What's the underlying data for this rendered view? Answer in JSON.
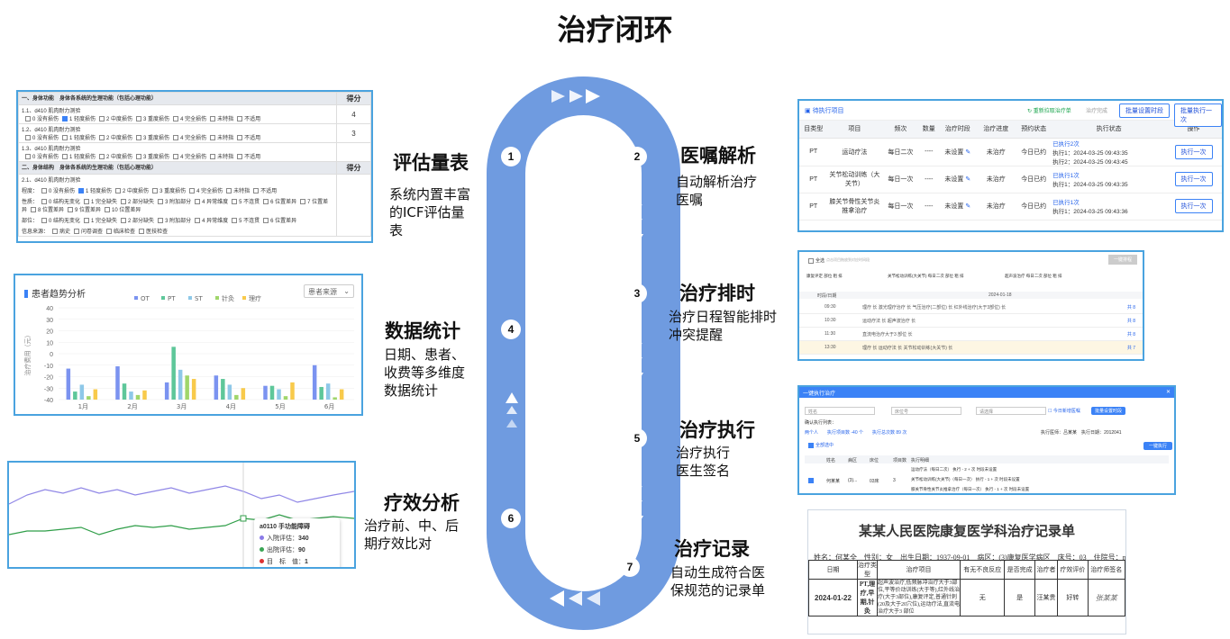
{
  "page": {
    "title": "治疗闭环"
  },
  "colors": {
    "loop": "#6f9be0",
    "arrow": "#ffffff",
    "panel_border": "#4aa3df",
    "accent": "#3b82f6"
  },
  "loop_numbers": [
    "1",
    "2",
    "3",
    "4",
    "5",
    "6",
    "7"
  ],
  "steps": {
    "assessment": {
      "title": "评估量表",
      "desc": "系统内置丰富的ICF评估量表"
    },
    "orders": {
      "title": "医嘱解析",
      "desc": "自动解析治疗医嘱"
    },
    "statistics": {
      "title": "数据统计",
      "desc": "日期、患者、收费等多维度数据统计"
    },
    "scheduling": {
      "title": "治疗排时",
      "desc": "治疗日程智能排时冲突提醒"
    },
    "execution": {
      "title": "治疗执行",
      "desc": "治疗执行医生签名"
    },
    "efficacy": {
      "title": "疗效分析",
      "desc": "治疗前、中、后期疗效比对"
    },
    "record": {
      "title": "治疗记录",
      "desc": "自动生成符合医保规范的记录单"
    }
  },
  "assessment_form": {
    "sections": [
      {
        "title": "一、身体功能",
        "subtitle": "身体各系统的生理功能（包括心理功能）",
        "score_header": "得分",
        "items": [
          {
            "name": "1.1、d410 肌肉耐力测验",
            "score": "4",
            "options": [
              "0 没有损伤",
              "1 轻度损伤",
              "2 中度损伤",
              "3 重度损伤",
              "4 完全损伤",
              "未特指",
              "不适用"
            ],
            "checked": 1
          },
          {
            "name": "1.2、d410 肌肉耐力测验",
            "score": "3",
            "options": [
              "0 没有损伤",
              "1 轻度损伤",
              "2 中度损伤",
              "3 重度损伤",
              "4 完全损伤",
              "未特指",
              "不适用"
            ],
            "checked": -1
          },
          {
            "name": "1.3、d410 肌肉耐力测验",
            "score": "",
            "options": [
              "0 没有损伤",
              "1 轻度损伤",
              "2 中度损伤",
              "3 重度损伤",
              "4 完全损伤",
              "未特指",
              "不适用"
            ],
            "checked": -1
          }
        ]
      },
      {
        "title": "二、身体结构",
        "subtitle": "身体各系统的生理功能（包括心理功能）",
        "score_header": "得分",
        "item_name": "2.1、d410 肌肉耐力测验",
        "degree_label": "程度：",
        "degree": [
          "0 没有损伤",
          "1 轻度损伤",
          "2 中度损伤",
          "3 重度损伤",
          "4 完全损伤",
          "未特指",
          "不适用"
        ],
        "nature_label": "性质：",
        "nature": [
          "0 结构无变化",
          "1 完全缺失",
          "2 部分缺失",
          "3 附加部分",
          "4 异常维度",
          "5 不连贯",
          "6 位置差异",
          "7 位置差异",
          "8 位置差异",
          "9 位置差异",
          "10 位置差异"
        ],
        "position_label": "部位：",
        "position": [
          "0 结构无变化",
          "1 完全缺失",
          "2 部分缺失",
          "3 附加部分",
          "4 异常维度",
          "5 不连贯",
          "6 位置差异"
        ],
        "source_label": "信息来源：",
        "source": [
          "病史",
          "问卷调查",
          "临床检查",
          "医技检查"
        ]
      }
    ]
  },
  "chart_data": {
    "type": "bar",
    "title": "患者趋势分析",
    "filter": "患者来源",
    "categories": [
      "1月",
      "2月",
      "3月",
      "4月",
      "5月",
      "6月"
    ],
    "ylabel": "治疗费用（元）",
    "ylim": [
      -40,
      40
    ],
    "yticks": [
      40,
      30,
      20,
      10,
      0,
      -10,
      -20,
      -30,
      -40
    ],
    "series": [
      {
        "name": "OT",
        "color": "#7b93f0",
        "values": [
          -13,
          -11,
          -25,
          -19,
          -28,
          -10
        ]
      },
      {
        "name": "PT",
        "color": "#5ec79a",
        "values": [
          -33,
          -26,
          6,
          -22,
          -28,
          -29
        ]
      },
      {
        "name": "ST",
        "color": "#8ec8e8",
        "values": [
          -27,
          -33,
          -14,
          -27,
          -31,
          -26
        ]
      },
      {
        "name": "针灸",
        "color": "#a0d66b",
        "values": [
          -37,
          -36,
          -19,
          -36,
          -37,
          -38
        ]
      },
      {
        "name": "理疗",
        "color": "#f8ca4b",
        "values": [
          -31,
          -32,
          -22,
          -30,
          -25,
          -31
        ]
      }
    ]
  },
  "efficacy_chart": {
    "tooltip": {
      "title": "a0110 手功能障碍",
      "rows": [
        {
          "label": "入院评估：",
          "value": "340",
          "color": "#8b7be8"
        },
        {
          "label": "出院评估：",
          "value": "90",
          "color": "#3aa655"
        },
        {
          "label": "目　标　值：",
          "value": "1",
          "color": "#d33"
        }
      ]
    }
  },
  "orders_panel": {
    "title": "待执行项目",
    "refresh": "重新拉取治疗单",
    "done": "治疗完成",
    "batch_time": "批量设置时段",
    "batch_exec": "批量执行一次",
    "columns": [
      "目类型",
      "项目",
      "频次",
      "数量",
      "治疗时段",
      "治疗进度",
      "预约状态",
      "执行状态",
      "操作"
    ],
    "rows": [
      {
        "type": "PT",
        "item": "运动疗法",
        "freq": "每日二次",
        "qty": "----",
        "slot": "未设置",
        "progress": "未治疗",
        "appt": "今日已约",
        "status": [
          "已执行2次",
          "执行1：2024-03-25 09:43:35",
          "执行2：2024-03-25 09:43:45"
        ],
        "action": "执行一次"
      },
      {
        "type": "PT",
        "item": "关节松动训练（大关节）",
        "freq": "每日一次",
        "qty": "----",
        "slot": "未设置",
        "progress": "未治疗",
        "appt": "今日已约",
        "status": [
          "已执行1次",
          "执行1：2024-03-25 09:43:35"
        ],
        "action": "执行一次"
      },
      {
        "type": "PT",
        "item": "膝关节骨性关节炎推拿治疗",
        "freq": "每日一次",
        "qty": "----",
        "slot": "未设置",
        "progress": "未治疗",
        "appt": "今日已约",
        "status": [
          "已执行1次",
          "执行1：2024-03-25 09:43:36"
        ],
        "action": "执行一次"
      }
    ]
  },
  "schedule_panel": {
    "select_all": "全选",
    "hint": "点击项目拖放到对应时间段",
    "sched_btn": "一键排程",
    "cards": [
      "康复评定  部位 粗 排",
      "关节松动训练(大关节)  每日二次  部位 粗 排",
      "超声波治疗  每日二次  部位 粗 排"
    ],
    "header_time": "时段/日期",
    "header_date": "2024-01-18",
    "rows": [
      {
        "time": "09:30",
        "text": "理疗 长    激光理疗治疗 长    气压治疗(二部位) 长    红外线治疗(大于3部位) 长",
        "count": "共 8"
      },
      {
        "time": "10:30",
        "text": "运动疗法 长    超声波治疗 长",
        "count": "共 8"
      },
      {
        "time": "11:30",
        "text": "直流电治疗大于3 部位 长",
        "count": "共 8"
      },
      {
        "time": "13:30",
        "text": "理疗 长    运动疗法 长    关节松动训练(大关节) 长",
        "count": "共 7"
      }
    ]
  },
  "execution_panel": {
    "title": "一键执行治疗",
    "filters": [
      "姓名",
      "床位号",
      "请选择"
    ],
    "today_only": "今日新增医嘱",
    "batch_time": "批量设置时段",
    "summary_label": "确认执行列表：",
    "summary": "两个人　　执行项目数 -40 个　　执行总次数 89 次",
    "exec_person_label": "执行医师：",
    "exec_person": "吕某某",
    "exec_date_label": "执行日期：",
    "exec_date": "2012041",
    "select_all": "全部选中",
    "exec_btn": "一键执行",
    "columns": [
      "姓名",
      "病区",
      "床位",
      "项目数",
      "执行明细"
    ],
    "patient": {
      "name": "何某某",
      "ward": "(3)...",
      "bed": "03床",
      "count": "3"
    },
    "details": [
      "运动疗法（每日二次）  执行 - 2 +  次  时段未设置",
      "关节松动训练(大关节)（每日一次）  执行 - 1 +  次  时段未设置",
      "膝关节骨性关节炎推拿治疗（每日一次）  执行 - 1 +  次  时段未设置"
    ]
  },
  "record_doc": {
    "title": "某某人民医院康复医学科治疗记录单",
    "info": "姓名：何某全　性别：女　出生日期：1937-09-01　病区：(3)康复医学病区　床号：03　住院号：null",
    "columns": [
      "日期",
      "治疗类型",
      "治疗项目",
      "有无不良反应",
      "是否完成",
      "治疗者",
      "疗效评价",
      "治疗师签名"
    ],
    "row": {
      "date": "2024-01-22",
      "type": "PT,理疗,早期,针灸",
      "items": "超声波治疗,低频脉冲治疗大于3部位,平等价动训练(大于等),红外线治疗(大于3部位),康复评定,普通针刺(20及大于20穴位),运动疗法,直流电治疗大于3 部位",
      "adverse": "无",
      "done": "是",
      "therapist": "汪某贵",
      "eval": "好转",
      "signature": "张某某"
    }
  }
}
